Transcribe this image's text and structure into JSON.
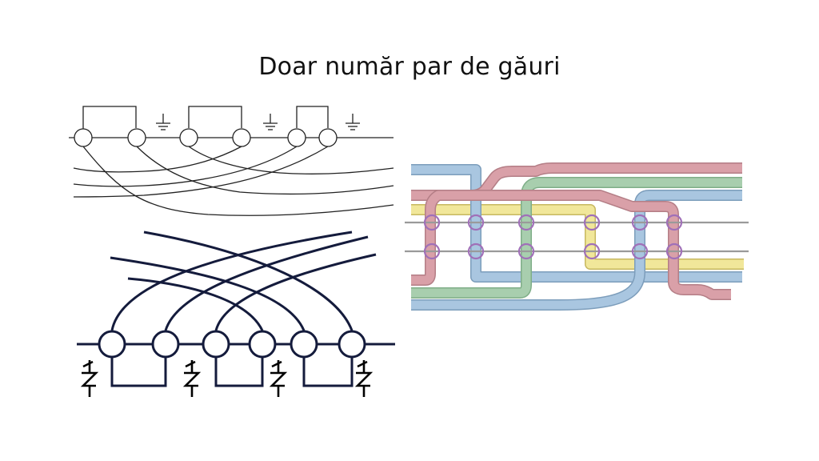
{
  "slide": {
    "title": "Doar număr par de găuri"
  },
  "diagrams": {
    "thin_schematic": {
      "holes": 6,
      "ground_symbols": 3,
      "loops": 3
    },
    "bold_schematic": {
      "holes": 6,
      "ground_symbols": 4,
      "loops": 3
    },
    "color_lattice": {
      "holes": 12,
      "strands": [
        {
          "color": "#d9a0a8"
        },
        {
          "color": "#a9c6e0"
        },
        {
          "color": "#a8ceae"
        },
        {
          "color": "#f1e79a"
        }
      ],
      "hole_stroke": "#a070b8",
      "hole_fill": "#f3e0f3"
    }
  }
}
